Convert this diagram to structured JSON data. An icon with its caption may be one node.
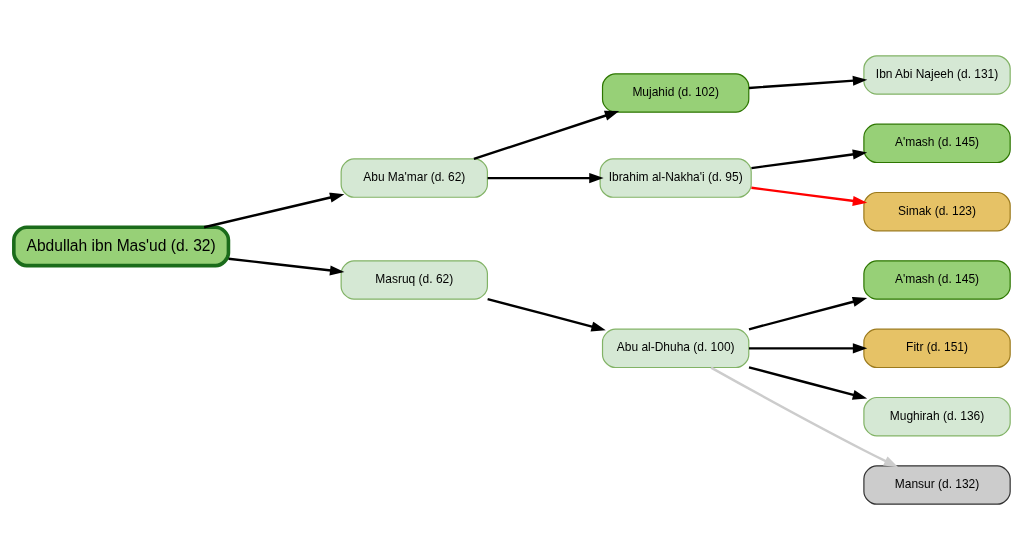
{
  "diagram": {
    "nodes": [
      {
        "text": [
          "Abdullah ibn Mas'ud (d. 32)"
        ]
      },
      {
        "text": [
          "Abu Ma'mar (d. 62)"
        ]
      },
      {
        "text": [
          "Masruq (d. 62)"
        ]
      },
      {
        "text": [
          "Mujahid (d. 102)"
        ]
      },
      {
        "text": [
          "Ibrahim al-Nakha'i (d. 95)"
        ]
      },
      {
        "text": [
          "Abu al-Dhuha (d. 100)"
        ]
      },
      {
        "text": [
          "Ibn Abi Najeeh (d. 131)"
        ]
      },
      {
        "text": [
          "A'mash (d. 145)"
        ]
      },
      {
        "text": [
          "Simak (d. 123)"
        ]
      },
      {
        "text": [
          "A'mash (d. 145)"
        ]
      },
      {
        "text": [
          "Fitr (d. 151)"
        ]
      },
      {
        "text": [
          "Mughirah (d. 136)"
        ]
      },
      {
        "text": [
          "Mansur (d. 132)"
        ]
      }
    ],
    "edges": [
      {
        "from": 0,
        "to": 1,
        "arrow": "to"
      },
      {
        "from": 0,
        "to": 2,
        "arrow": "to"
      },
      {
        "from": 1,
        "to": 3,
        "arrow": "to"
      },
      {
        "from": 1,
        "to": 4,
        "arrow": "to"
      },
      {
        "from": 2,
        "to": 5,
        "arrow": "to"
      },
      {
        "from": 3,
        "to": 6,
        "arrow": "to"
      },
      {
        "from": 4,
        "to": 7,
        "arrow": "to"
      },
      {
        "from": 4,
        "to": 8,
        "arrow": "to",
        "color": "#ff0000"
      },
      {
        "from": 5,
        "to": 9,
        "arrow": "to"
      },
      {
        "from": 5,
        "to": 10,
        "arrow": "to"
      },
      {
        "from": 5,
        "to": 11,
        "arrow": "to"
      },
      {
        "from": 5,
        "to": 12,
        "arrow": "to",
        "color": "#cccccc"
      }
    ]
  }
}
